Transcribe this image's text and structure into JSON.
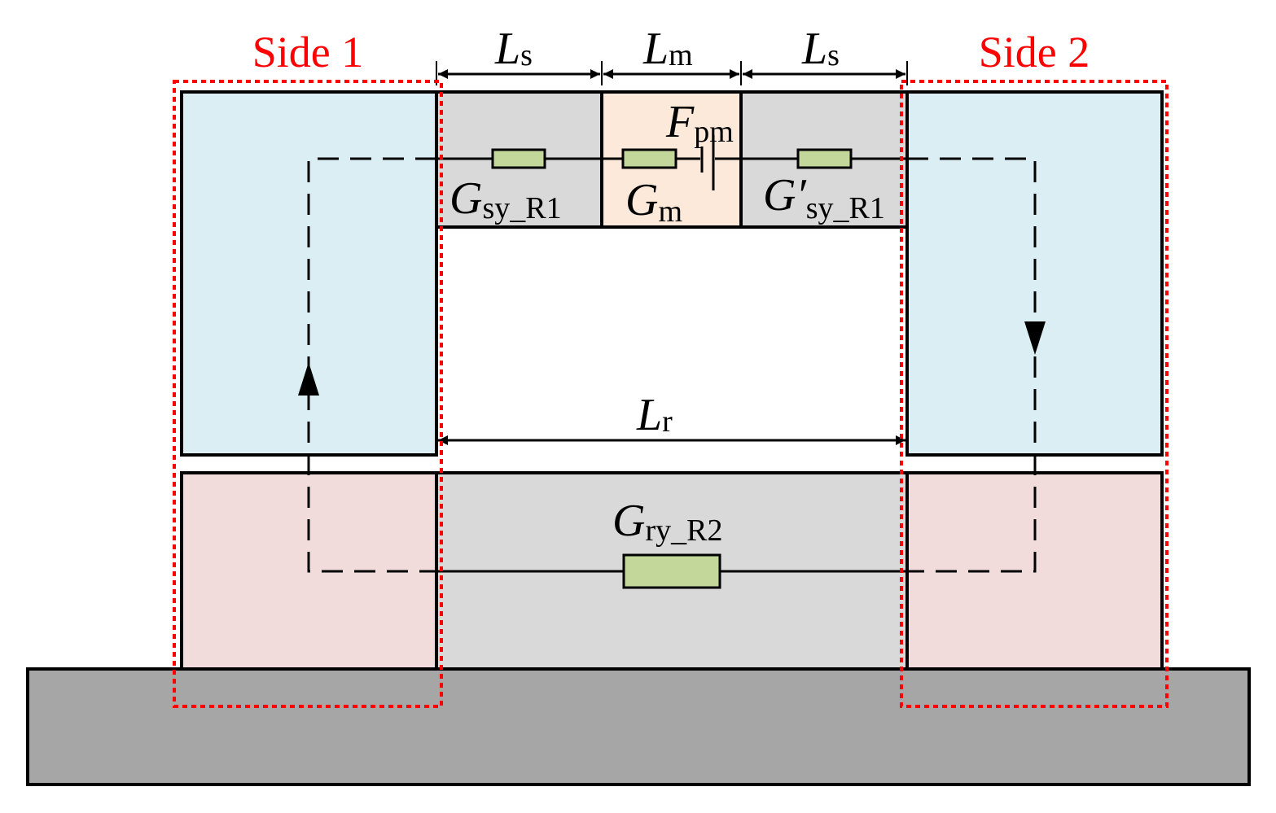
{
  "colors": {
    "stator_side": "#daeef3",
    "rotor_side": "#f2dcdb",
    "center_gray": "#d9d9d9",
    "magnet": "#fde9d9",
    "base": "#a6a6a6",
    "resistor": "#c4d79b",
    "side_outline": "#ff0000",
    "line": "#000000"
  },
  "side_labels": {
    "side1": "Side 1",
    "side2": "Side 2"
  },
  "dimensions": {
    "ls_left": {
      "main": "L",
      "sub": "s"
    },
    "lm": {
      "main": "L",
      "sub": "m"
    },
    "ls_right": {
      "main": "L",
      "sub": "s"
    },
    "lr": {
      "main": "L",
      "sub": "r"
    }
  },
  "components": {
    "g_sy_r1": {
      "main": "G",
      "sub": "sy_R1"
    },
    "g_m": {
      "main": "G",
      "sub": "m"
    },
    "f_pm": {
      "main": "F",
      "sub": "pm"
    },
    "g_sy_r1_prime": {
      "main": "G′",
      "sub": "sy_R1"
    },
    "g_ry_r2": {
      "main": "G",
      "sub": "ry_R2"
    }
  }
}
